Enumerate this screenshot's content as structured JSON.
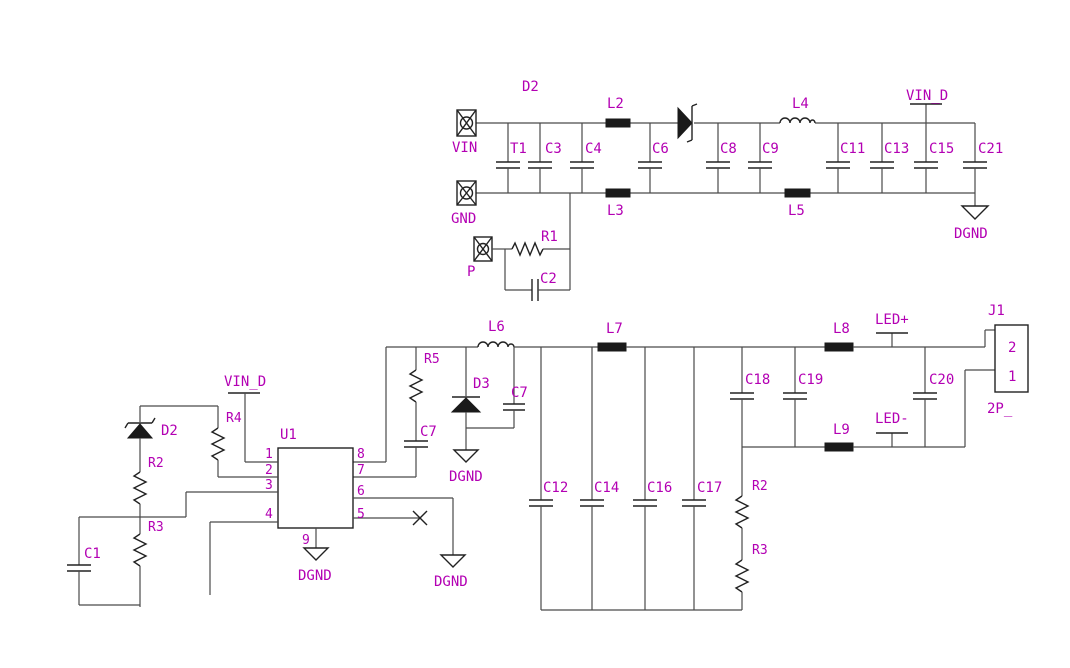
{
  "labels": {
    "d2_top": "D2",
    "vin": "VIN",
    "gnd": "GND",
    "p": "P",
    "t1": "T1",
    "c3": "C3",
    "c4": "C4",
    "l2": "L2",
    "c6": "C6",
    "c8": "C8",
    "c9": "C9",
    "l3": "L3",
    "l4": "L4",
    "l5": "L5",
    "c11": "C11",
    "c13": "C13",
    "c15": "C15",
    "c21": "C21",
    "vin_d_top": "VIN_D",
    "dgnd_top": "DGND",
    "r1_top": "R1",
    "c2": "C2",
    "l6": "L6",
    "l7": "L7",
    "l8": "L8",
    "l9": "L9",
    "led_plus": "LED+",
    "led_minus": "LED-",
    "j1": "J1",
    "j1_pin2": "2",
    "j1_pin1": "1",
    "j1_type": "2P_",
    "r5": "R5",
    "d3": "D3",
    "c7_a": "C7",
    "c7_b": "C7",
    "dgnd_d3": "DGND",
    "c18": "C18",
    "c19": "C19",
    "c20": "C20",
    "c12": "C12",
    "c14": "C14",
    "c16": "C16",
    "c17": "C17",
    "r2_right": "R2",
    "r3_right": "R3",
    "vin_d_left": "VIN_D",
    "r4": "R4",
    "u1": "U1",
    "d2_left": "D2",
    "r2_left": "R2",
    "r3_left": "R3",
    "c1": "C1",
    "u1_pin1": "1",
    "u1_pin2": "2",
    "u1_pin3": "3",
    "u1_pin4": "4",
    "u1_pin5": "5",
    "u1_pin6": "6",
    "u1_pin7": "7",
    "u1_pin8": "8",
    "u1_pin9": "9",
    "dgnd_u1": "DGND",
    "dgnd_pin6": "DGND"
  },
  "colors": {
    "label": "#b300b3",
    "wire": "#4a4a4a",
    "component": "#1a1a1a"
  }
}
